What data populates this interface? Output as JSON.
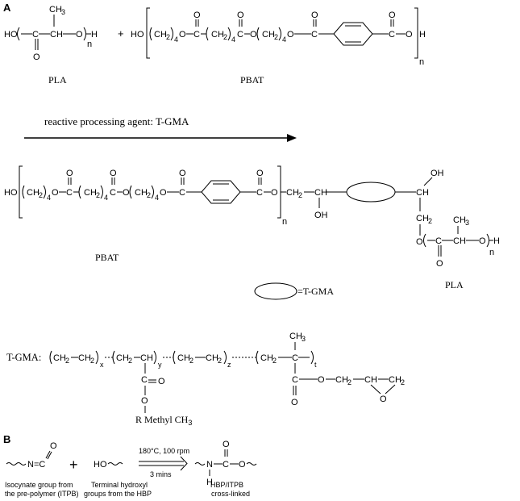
{
  "panel_a": {
    "label": "A",
    "reaction1": {
      "pla_label": "PLA",
      "pbat_label": "PBAT",
      "plus": "+"
    },
    "arrow_label": "reactive processing agent: T-GMA",
    "product": {
      "pbat_label": "PBAT",
      "pla_label": "PLA",
      "legend_text": "=T-GMA"
    },
    "tgma": {
      "prefix": "T-GMA:",
      "ester_r": "R Methyl CH",
      "ester_r_sub": "3",
      "subscripts": [
        "x",
        "y",
        "z",
        "t"
      ]
    }
  },
  "panel_b": {
    "label": "B",
    "isocyanate_formula": "N=C",
    "isocyanate_o": "O",
    "plus": "+",
    "hydroxyl_formula": "HO",
    "condition_top": "180°C, 100 rpm",
    "condition_bottom": "3 mins",
    "product_formula_n": "N",
    "product_formula_h": "H",
    "product_formula_c": "C",
    "product_formula_o": "O",
    "caption_left_1": "Isocynate group from",
    "caption_left_2": "the pre-polymer (ITPB)",
    "caption_mid_1": "Terminal hydroxyl",
    "caption_mid_2": "groups from the HBP",
    "caption_right_1": "HBP/ITPB",
    "caption_right_2": "cross-linked"
  }
}
